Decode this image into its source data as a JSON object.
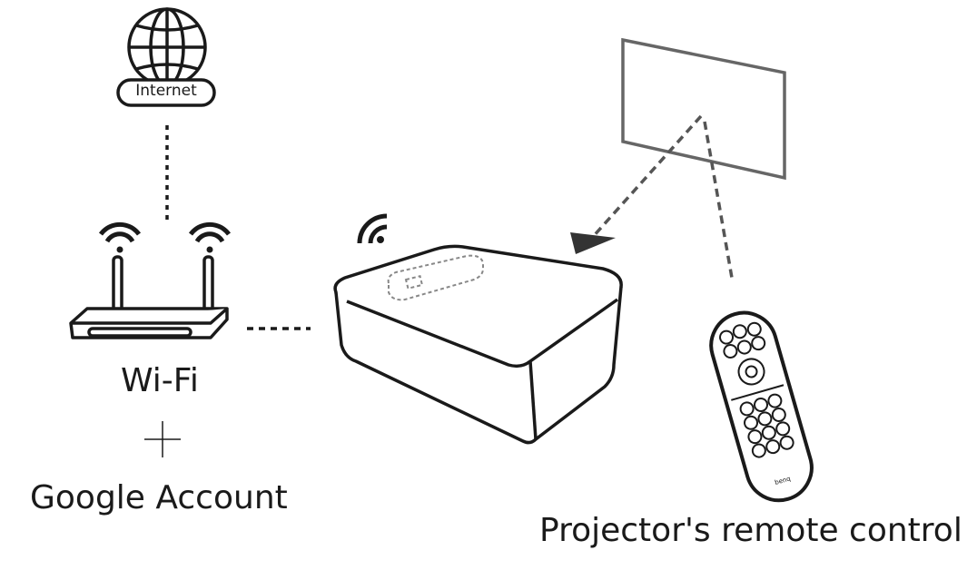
{
  "diagram": {
    "internet_label": "Internet",
    "wifi_label": "Wi-Fi",
    "plus_sign": "+",
    "account_label": "Google Account",
    "remote_label": "Projector's remote control",
    "remote_brand": "benq"
  },
  "icons": {
    "globe": "globe-icon",
    "router": "router-icon",
    "projector": "projector-icon",
    "dongle": "dongle-icon",
    "screen": "projection-screen-icon",
    "remote": "remote-control-icon"
  },
  "colors": {
    "stroke": "#1a1a1a",
    "dashed": "#555555",
    "screen_stroke": "#666666"
  }
}
